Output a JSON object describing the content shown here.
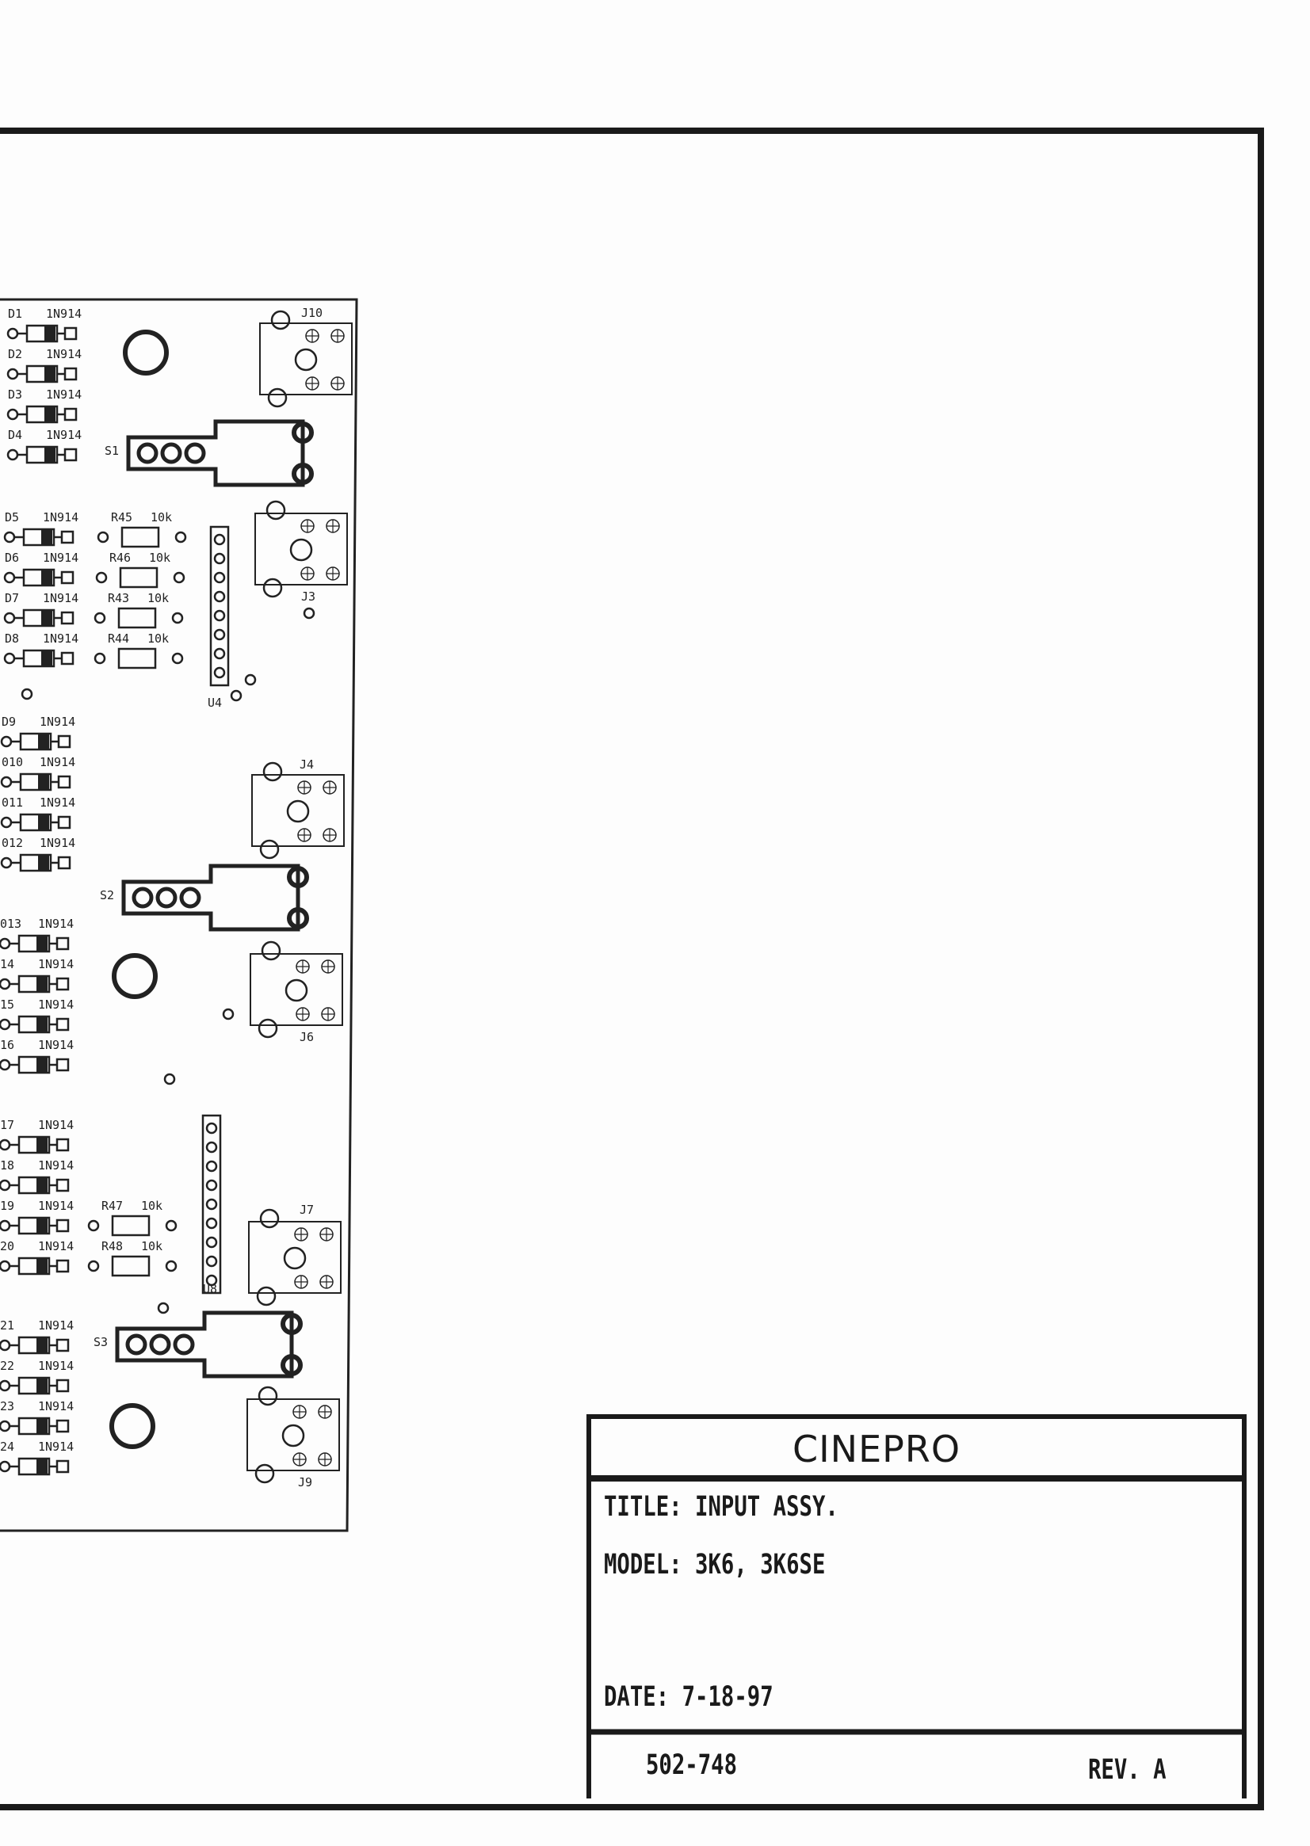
{
  "title_block": {
    "company": "CINEPRO",
    "title": "TITLE: INPUT ASSY.",
    "model": "MODEL: 3K6, 3K6SE",
    "date": "DATE: 7-18-97",
    "part_number": "502-748",
    "revision": "REV. A"
  },
  "board": {
    "diode_groups": [
      {
        "diodes": [
          {
            "ref": "D1",
            "part": "1N914"
          },
          {
            "ref": "D2",
            "part": "1N914"
          },
          {
            "ref": "D3",
            "part": "1N914"
          },
          {
            "ref": "D4",
            "part": "1N914"
          }
        ]
      },
      {
        "diodes": [
          {
            "ref": "D5",
            "part": "1N914"
          },
          {
            "ref": "D6",
            "part": "1N914"
          },
          {
            "ref": "D7",
            "part": "1N914"
          },
          {
            "ref": "D8",
            "part": "1N914"
          }
        ]
      },
      {
        "diodes": [
          {
            "ref": "D9",
            "part": "1N914"
          },
          {
            "ref": "010",
            "part": "1N914"
          },
          {
            "ref": "011",
            "part": "1N914"
          },
          {
            "ref": "012",
            "part": "1N914"
          }
        ]
      },
      {
        "diodes": [
          {
            "ref": "013",
            "part": "1N914"
          },
          {
            "ref": "14",
            "part": "1N914"
          },
          {
            "ref": "15",
            "part": "1N914"
          },
          {
            "ref": "16",
            "part": "1N914"
          }
        ]
      },
      {
        "diodes": [
          {
            "ref": "17",
            "part": "1N914"
          },
          {
            "ref": "18",
            "part": "1N914"
          },
          {
            "ref": "19",
            "part": "1N914"
          },
          {
            "ref": "20",
            "part": "1N914"
          }
        ]
      },
      {
        "diodes": [
          {
            "ref": "21",
            "part": "1N914"
          },
          {
            "ref": "22",
            "part": "1N914"
          },
          {
            "ref": "23",
            "part": "1N914"
          },
          {
            "ref": "24",
            "part": "1N914"
          }
        ]
      }
    ],
    "resistors": [
      {
        "ref": "R45",
        "value": "10k"
      },
      {
        "ref": "R46",
        "value": "10k"
      },
      {
        "ref": "R43",
        "value": "10k"
      },
      {
        "ref": "R44",
        "value": "10k"
      },
      {
        "ref": "R47",
        "value": "10k"
      },
      {
        "ref": "R48",
        "value": "10k"
      }
    ],
    "switches": [
      "S1",
      "S2",
      "S3"
    ],
    "jacks": [
      "J10",
      "J3",
      "J4",
      "J6",
      "J7",
      "J9"
    ],
    "ics": [
      "U4",
      "U8"
    ]
  }
}
